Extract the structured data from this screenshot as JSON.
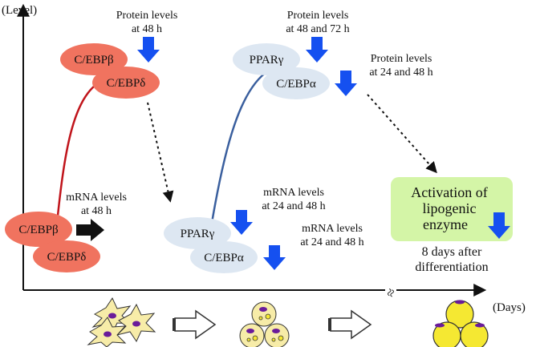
{
  "axes": {
    "y_label": "(Level)",
    "x_label": "(Days)"
  },
  "molecules": {
    "cebpb_top": "C/EBPβ",
    "cebpd_top": "C/EBPδ",
    "cebpb_bottom": "C/EBPβ",
    "cebpd_bottom": "C/EBPδ",
    "pparg_top": "PPARγ",
    "cebpa_top": "C/EBPα",
    "pparg_bottom": "PPARγ",
    "cebpa_bottom": "C/EBPα"
  },
  "annotations": {
    "protein_48_line1": "Protein levels",
    "protein_48_line2": "at 48 h",
    "protein_48_72_line1": "Protein levels",
    "protein_48_72_line2": "at 48 and 72 h",
    "protein_24_48_line1": "Protein levels",
    "protein_24_48_line2": "at 24 and 48 h",
    "mrna_48_line1": "mRNA levels",
    "mrna_48_line2": "at 48 h",
    "mrna_pparg_line1": "mRNA levels",
    "mrna_pparg_line2": "at 24 and 48 h",
    "mrna_cebpa_line1": "mRNA levels",
    "mrna_cebpa_line2": "at 24 and 48 h"
  },
  "lipogenic_box": {
    "line1": "Activation of",
    "line2": "lipogenic",
    "line3": "enzyme"
  },
  "timepoint": {
    "line1": "8 days after",
    "line2": "differentiation"
  },
  "axis_break_symbol": "≈",
  "colors": {
    "salmon": "#f0735f",
    "light_blue": "#dde7f2",
    "blue_arrow": "#1550f0",
    "red_curve": "#c0141b",
    "blue_curve": "#3a5f9e",
    "green_box": "#d4f5a7",
    "cell_purple": "#6a1b9a",
    "cell_yellow": "#f5e832"
  }
}
